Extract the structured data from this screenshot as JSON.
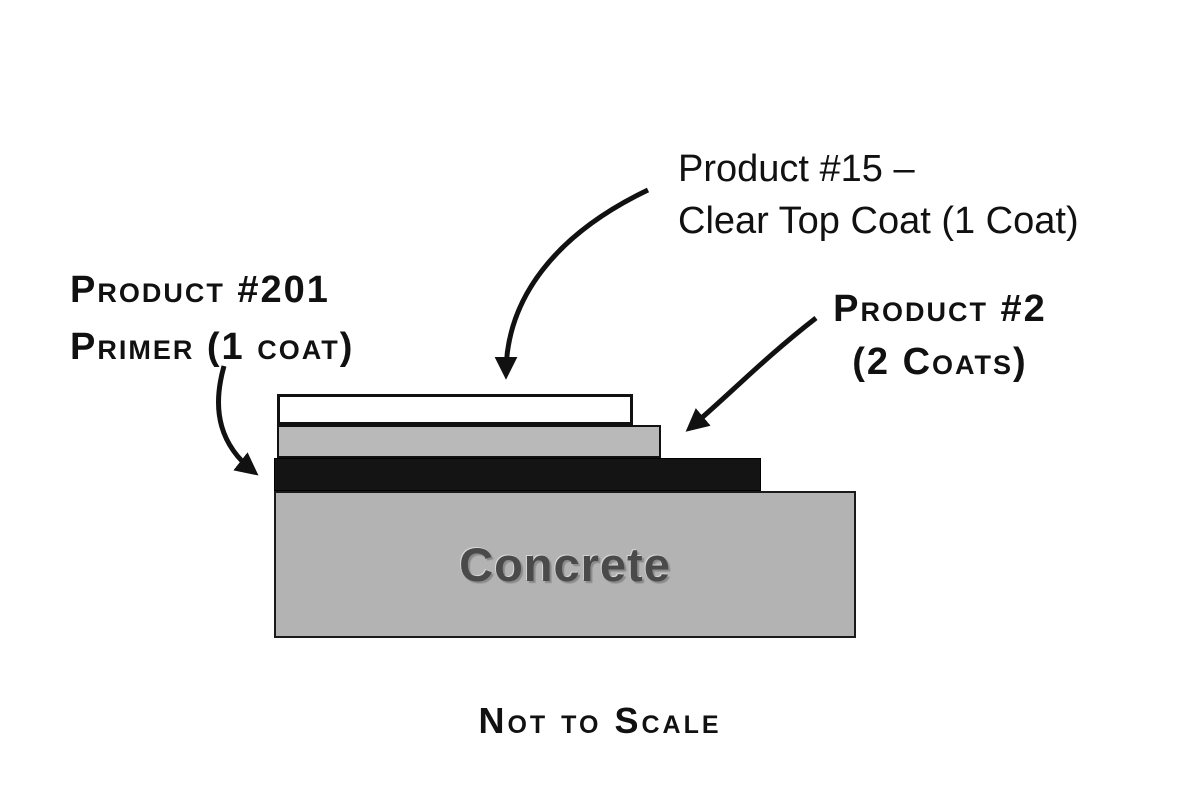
{
  "diagram": {
    "title_hint": "Coating system cross-section",
    "labels": {
      "top_coat_line1": "Product #15 –",
      "top_coat_line2": "Clear Top Coat  (1 Coat)",
      "primer_line1": "Product #201",
      "primer_line2": "Primer (1 coat)",
      "product2_line1": "Product #2",
      "product2_line2": "(2 Coats)",
      "concrete": "Concrete",
      "not_to_scale": "Not to Scale"
    },
    "layers": [
      {
        "name": "clear-top-coat",
        "label": "Product #15 – Clear Top Coat (1 Coat)",
        "color": "#ffffff"
      },
      {
        "name": "product-2",
        "label": "Product #2 (2 Coats)",
        "color": "#b9b9b9"
      },
      {
        "name": "primer",
        "label": "Product #201 Primer (1 coat)",
        "color": "#141414"
      },
      {
        "name": "concrete",
        "label": "Concrete",
        "color": "#b3b3b3"
      }
    ],
    "colors": {
      "line": "#111111",
      "text": "#111111",
      "concrete_text": "#4a4a4a",
      "background": "#ffffff"
    }
  }
}
